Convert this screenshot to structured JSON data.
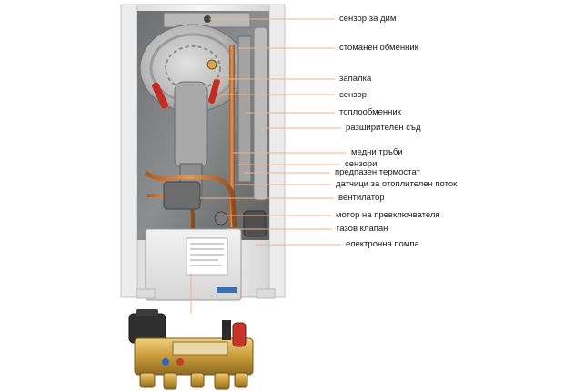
{
  "labels": [
    {
      "id": "smoke-sensor",
      "text": "сензор за дим"
    },
    {
      "id": "steel-exchanger",
      "text": "стоманен обменник"
    },
    {
      "id": "igniter",
      "text": "запалка"
    },
    {
      "id": "sensor",
      "text": "сензор"
    },
    {
      "id": "heat-exchanger",
      "text": "топлообменник"
    },
    {
      "id": "expansion-vessel",
      "text": "разширителен съд"
    },
    {
      "id": "copper-pipes",
      "text": "медни тръби"
    },
    {
      "id": "sensors",
      "text": "сензори"
    },
    {
      "id": "safety-thermostat",
      "text": "предпазен термостат"
    },
    {
      "id": "flow-sensors",
      "text": "датчици за отоплителен поток"
    },
    {
      "id": "fan",
      "text": "вентилатор"
    },
    {
      "id": "switch-motor",
      "text": "мотор на превключвателя"
    },
    {
      "id": "gas-valve",
      "text": "газов клапан"
    },
    {
      "id": "electronic-pump",
      "text": "електронна помпа"
    }
  ],
  "colors": {
    "leader": "#f4b183",
    "text": "#1a1a1a"
  }
}
